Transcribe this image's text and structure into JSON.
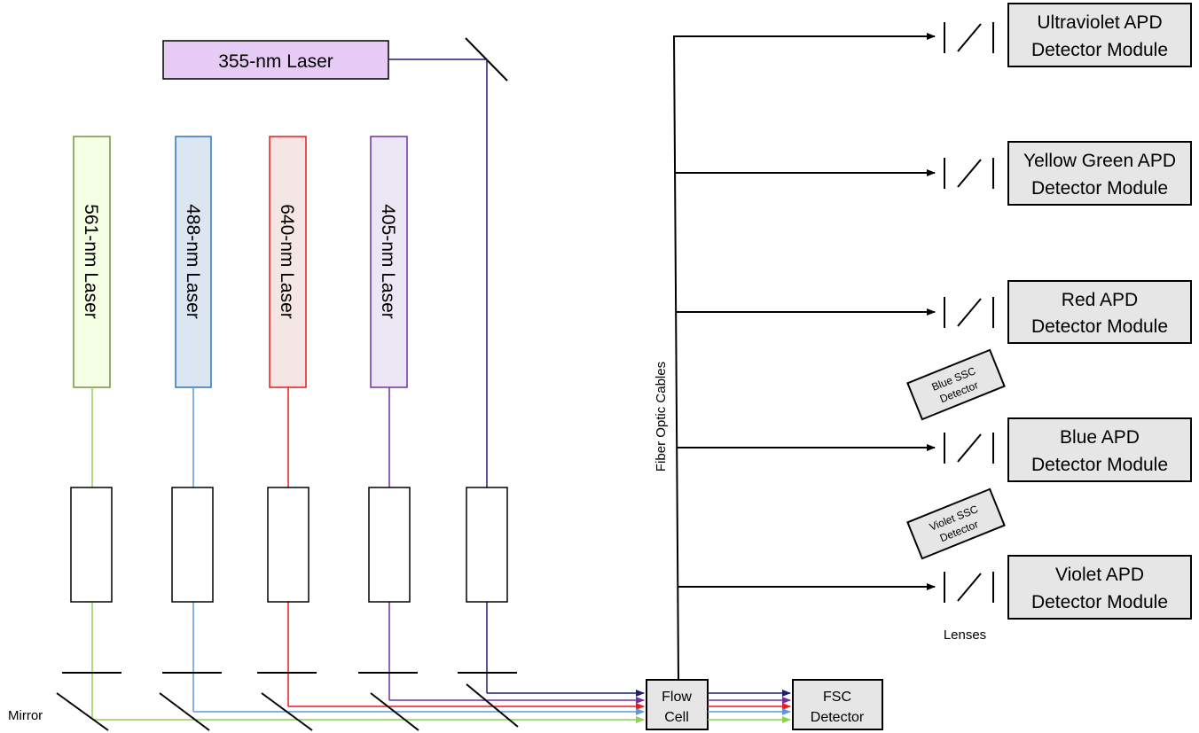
{
  "title": "",
  "lasers": {
    "uv": {
      "label": "355-nm Laser",
      "fill": "#e6ccf5",
      "beam": "#1f1f6e"
    },
    "green": {
      "label": "561-nm Laser",
      "fill": "#f5ffe6",
      "stroke": "#77933c",
      "beam": "#92d050"
    },
    "blue": {
      "label": "488-nm Laser",
      "fill": "#dce6f2",
      "stroke": "#2e75b6",
      "beam": "#5b9bd5"
    },
    "red": {
      "label": "640-nm Laser",
      "fill": "#f5e6e6",
      "stroke": "#e81c1c",
      "beam": "#e81c1c"
    },
    "violet": {
      "label": "405-nm Laser",
      "fill": "#ece6f5",
      "stroke": "#7030a0",
      "beam": "#7030a0"
    }
  },
  "labels": {
    "mirror": "Mirror",
    "fiber": "Fiber Optic Cables",
    "lenses": "Lenses",
    "flow_cell": [
      "Flow",
      "Cell"
    ],
    "fsc": [
      "FSC",
      "Detector"
    ]
  },
  "detectors": [
    {
      "line1": "Ultraviolet APD",
      "line2": "Detector Module"
    },
    {
      "line1": "Yellow Green APD",
      "line2": "Detector Module"
    },
    {
      "line1": "Red APD",
      "line2": "Detector Module"
    },
    {
      "line1": "Blue APD",
      "line2": "Detector Module"
    },
    {
      "line1": "Violet APD",
      "line2": "Detector Module"
    }
  ],
  "ssc": {
    "blue": [
      "Blue SSC",
      "Detector"
    ],
    "violet": [
      "Violet SSC",
      "Detector"
    ]
  }
}
